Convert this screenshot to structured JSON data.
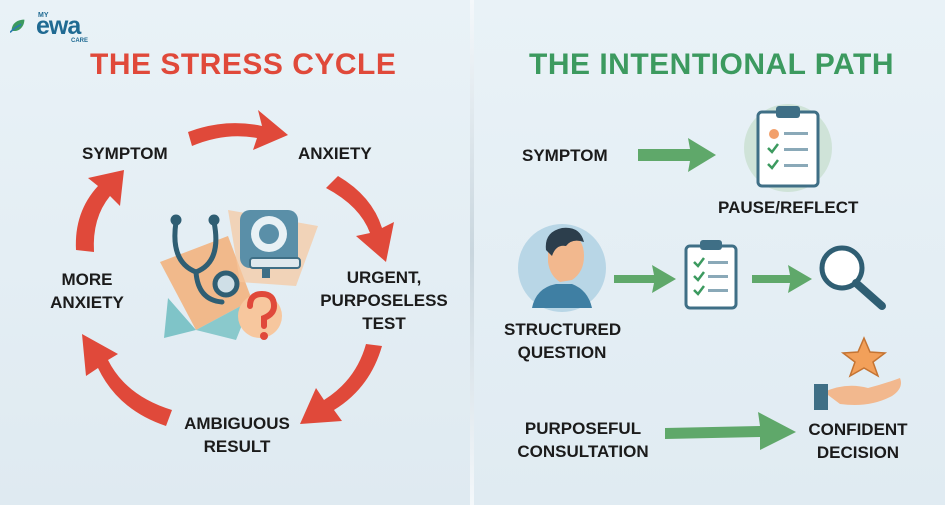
{
  "logo": {
    "my": "MY",
    "word": "ewa",
    "care": "CARE"
  },
  "left": {
    "title": "THE STRESS CYCLE",
    "steps": {
      "symptom": "SYMPTOM",
      "anxiety": "ANXIETY",
      "urgent": [
        "URGENT,",
        "PURPOSELESS",
        "TEST"
      ],
      "ambiguous": [
        "AMBIGUOUS",
        "RESULT"
      ],
      "more_anxiety": [
        "MORE",
        "ANXIETY"
      ]
    }
  },
  "right": {
    "title": "THE INTENTIONAL PATH",
    "steps": {
      "symptom": "SYMPTOM",
      "pause": "PAUSE/REFLECT",
      "structured": [
        "STRUCTURED",
        "QUESTION"
      ],
      "purposeful": [
        "PURPOSEFUL",
        "CONSULTATION"
      ],
      "confident": [
        "CONFIDENT",
        "DECISION"
      ]
    }
  },
  "colors": {
    "red": "#e0493a",
    "green": "#3c9a5f",
    "arrow_green": "#5fa86a",
    "ink": "#1b1b1b"
  },
  "icons": [
    "leaf-logo-icon",
    "stethoscope-icon",
    "mri-scanner-icon",
    "question-mark-icon",
    "clipboard-checklist-icon",
    "person-profile-icon",
    "magnifying-glass-icon",
    "hand-star-icon"
  ]
}
